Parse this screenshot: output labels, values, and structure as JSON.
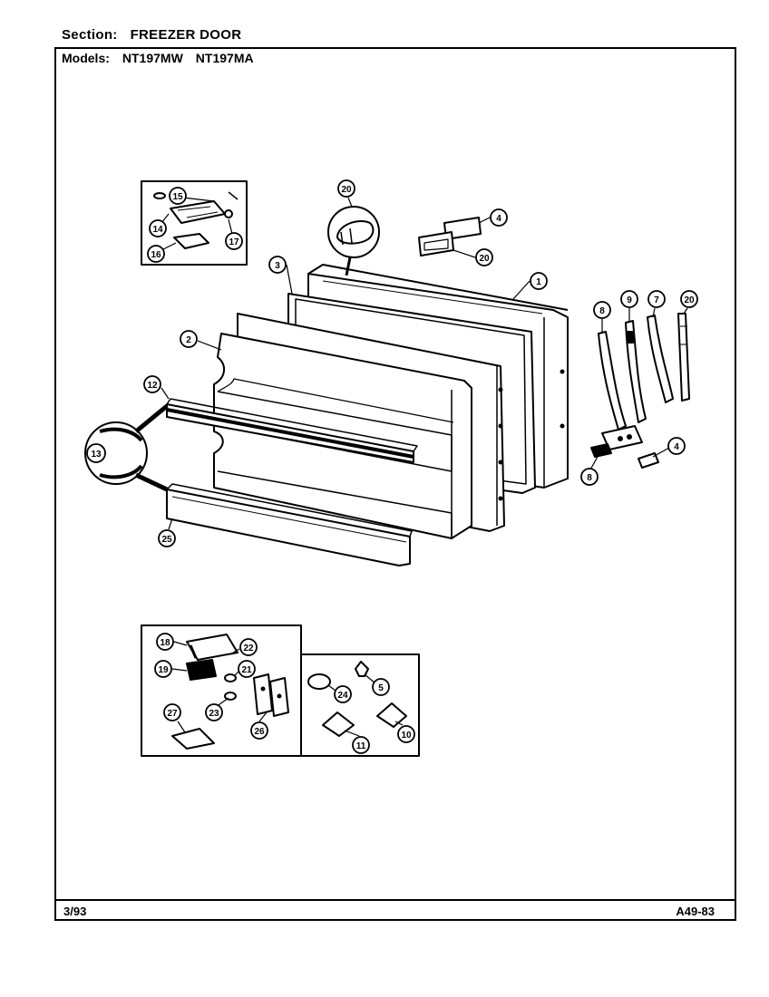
{
  "header": {
    "section_label": "Section:",
    "section_value": "FREEZER DOOR",
    "models_label": "Models:",
    "models": [
      "NT197MW",
      "NT197MA"
    ]
  },
  "footer": {
    "date": "3/93",
    "page_code": "A49-83"
  },
  "callouts": [
    "15",
    "14",
    "16",
    "17",
    "20",
    "4",
    "20",
    "3",
    "1",
    "2",
    "12",
    "13",
    "25",
    "8",
    "9",
    "7",
    "20",
    "4",
    "8",
    "18",
    "22",
    "19",
    "21",
    "23",
    "27",
    "26",
    "24",
    "5",
    "11",
    "10"
  ]
}
